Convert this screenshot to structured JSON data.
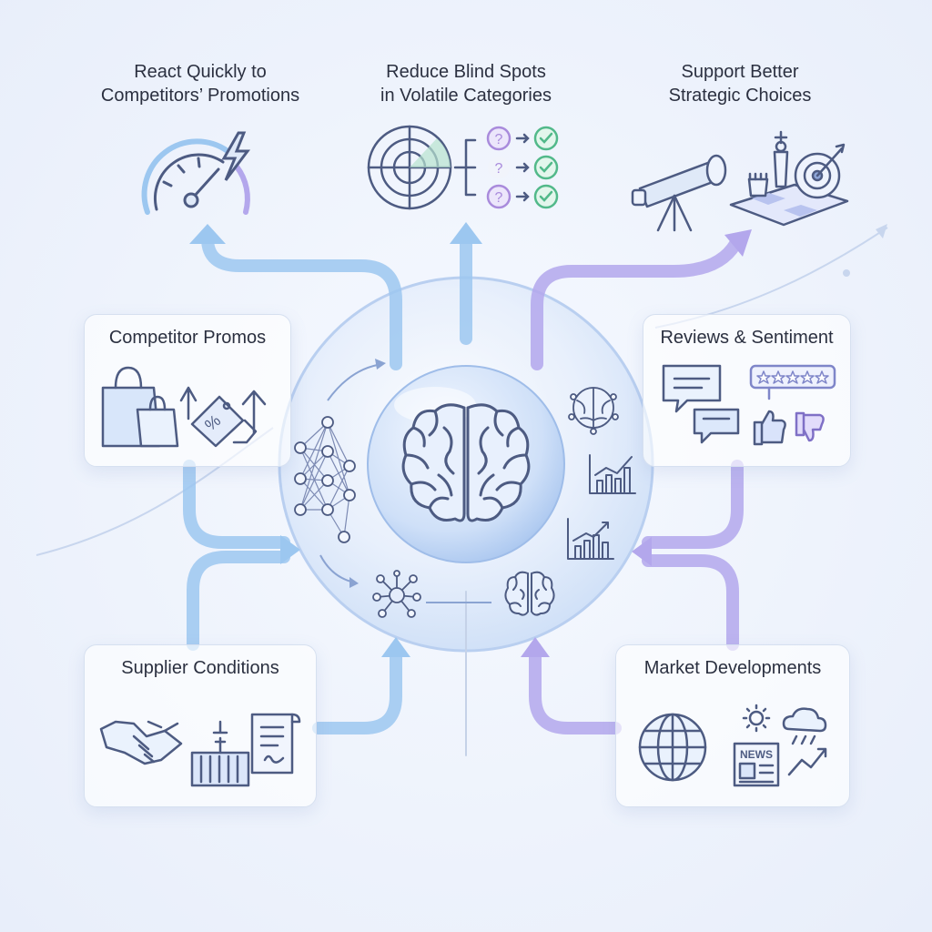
{
  "outcomes": {
    "left": {
      "line1": "React Quickly to",
      "line2": "Competitors’ Promotions"
    },
    "center": {
      "line1": "Reduce Blind Spots",
      "line2": "in Volatile Categories"
    },
    "right": {
      "line1": "Support Better",
      "line2": "Strategic Choices"
    }
  },
  "inputs": {
    "competitor_promos": {
      "title": "Competitor Promos"
    },
    "reviews_sentiment": {
      "title": "Reviews & Sentiment"
    },
    "supplier_conditions": {
      "title": "Supplier Conditions"
    },
    "market_developments": {
      "title": "Market Developments"
    }
  },
  "icon_text": {
    "news": "NEWS",
    "question_mark": "?",
    "percent": "%"
  },
  "colors": {
    "blue_flow": "#9cc7f0",
    "purple_flow": "#b3a7ec",
    "line_icon": "#4d5b82",
    "check_green": "#52b98a",
    "question_purple": "#a98bdc"
  }
}
